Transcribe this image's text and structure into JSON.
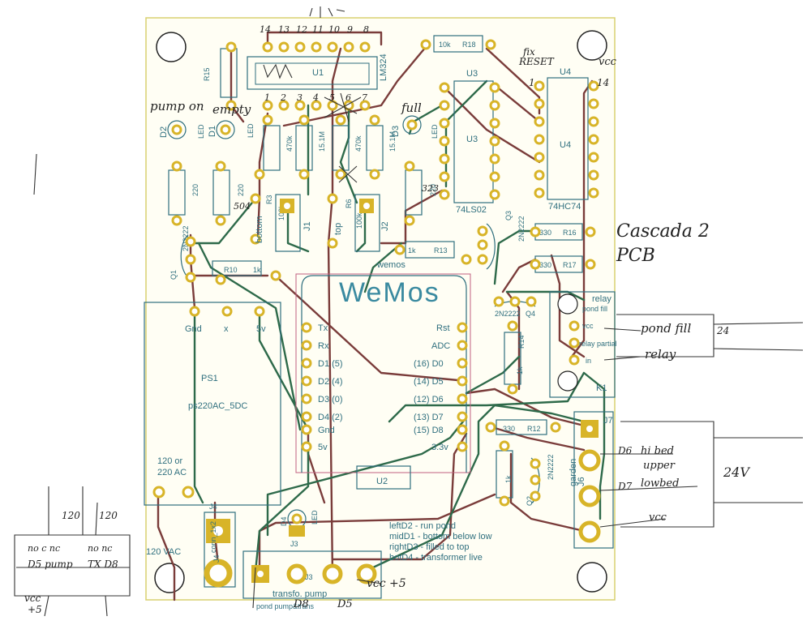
{
  "board": {
    "colors": {
      "outline": "#d8d070",
      "background": "#fffef4",
      "silkscreen": "#2f6f7e",
      "pad": "#d8b428",
      "trace_top": "#7a3c3a",
      "trace_bottom": "#2e6a4a",
      "ink": "#222222"
    },
    "designators": {
      "u1": "U1",
      "u1_value": "LM324",
      "u3": "U3",
      "u3_value": "74LS02",
      "u4": "U4",
      "u4_value": "74HC74",
      "u2": "U2",
      "u2_label": "wemos",
      "wemos_title": "WeMos",
      "ps1": "PS1",
      "ps1_value": "ps220AC_5DC",
      "k1": "K1",
      "j1": "J1",
      "j2": "J2",
      "j3": "J3",
      "j4": "J4",
      "j6": "J6",
      "j7": "J7",
      "q1": "Q1",
      "q2": "Q2",
      "q3": "Q3",
      "q4": "Q4",
      "d1": "D1",
      "d2": "D2",
      "d3": "D3",
      "d4": "D4",
      "r3": "R3",
      "r6": "R6",
      "r10": "R10",
      "r12": "R12",
      "r13": "R13",
      "r14": "R14",
      "r15": "R15",
      "r16": "R16",
      "r17": "R17",
      "r18": "R18"
    },
    "values": {
      "k10": "10k",
      "k100": "100k",
      "k1": "1k",
      "ohm330": "330",
      "ohm220": "220",
      "m15": "15.1M",
      "k470": "470k",
      "transistor": "2N2222",
      "led": "LED"
    },
    "wemos_pins_left": [
      "Tx",
      "Rx",
      "D1 (5)",
      "D2 (4)",
      "D3 (0)",
      "D4 (2)",
      "Gnd",
      "5v"
    ],
    "wemos_pins_right": [
      "Rst",
      "ADC",
      "(16)  D0",
      "(14)  D5",
      "(12)  D6",
      "(13)  D7",
      "(15)  D8",
      "3.3v"
    ],
    "ps_pins": [
      "Gnd",
      "x",
      "5v"
    ],
    "mains": {
      "line1": "120 or",
      "line2": "220 AC",
      "vac": "120 VAC",
      "conn": "conn_1x2"
    },
    "silk_labels": {
      "bottom": "bottom",
      "top": "top",
      "relay_title": "relay",
      "relay_sub": "pond fill",
      "relay_vcc": "vcc",
      "relay_partial": "relay partial",
      "relay_in": "in",
      "garden": "garden",
      "j3_title": "transfo.  pump",
      "j3_sub": "pond pump&trans"
    },
    "led_legend": [
      "leftD2 - run pond",
      "midD1 - bottom below low",
      "rightD3 - filled to top",
      "botD4 - transformer live"
    ],
    "annotations": {
      "pump_on": "pump on",
      "empty": "empty",
      "full": "full",
      "fix_reset": "fix\nRESET",
      "vcc": "vcc",
      "pin14": "14",
      "pin1": "1",
      "cascada": "Cascada 2",
      "pcb": "PCB",
      "pond_fill": "pond fill",
      "relay": "relay",
      "v24": "24",
      "vcc5": "vcc +5",
      "d6_label": "D6",
      "d7_label": "D7",
      "high_bed": "hi bed",
      "upper": "upper",
      "lower_bed": "lowbed",
      "vcc_bed": "vcc",
      "v24b": "24V",
      "d8": "D8",
      "d5": "D5",
      "d5_pump": "D5 pump",
      "v120": "120",
      "v120b": "120",
      "nc_no": "no  c  nc",
      "vcc_low": "vcc",
      "plus5": "+5",
      "trans_d8": "TX  D8",
      "nnc": "no  nc",
      "u1_pins_top": [
        "14",
        "13",
        "12",
        "11",
        "10",
        "9",
        "8"
      ],
      "u1_pins_bot": [
        "1",
        "2",
        "3",
        "4",
        "5",
        "6",
        "7"
      ],
      "r_note_504": "504",
      "r_note_323": "323"
    }
  }
}
